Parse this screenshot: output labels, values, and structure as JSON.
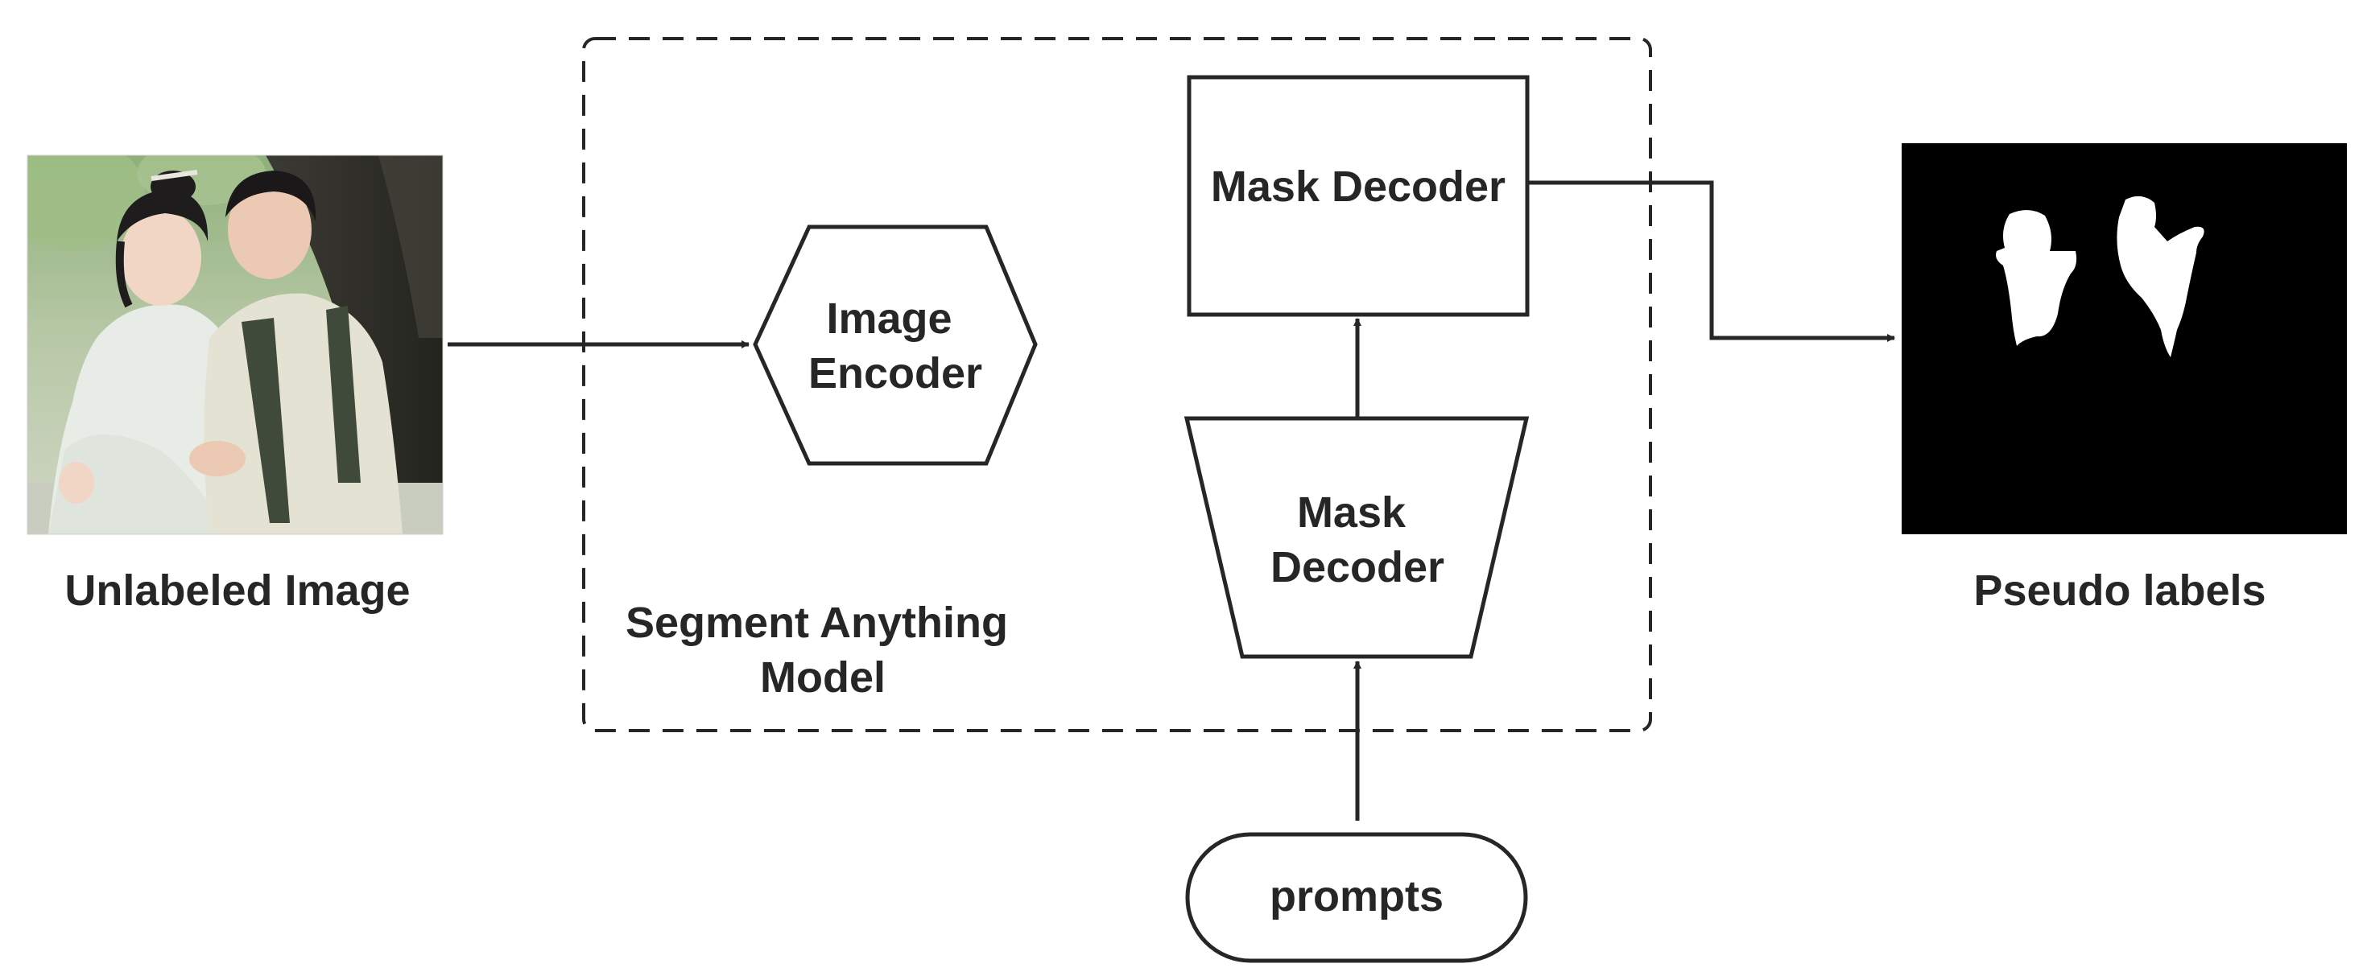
{
  "diagram": {
    "input": {
      "caption": "Unlabeled Image",
      "image_icon": "photo-thumbnail"
    },
    "model_group": {
      "title_lines": [
        "Segment Anything",
        "Model"
      ]
    },
    "image_encoder": {
      "label_lines": [
        "Image",
        "Encoder"
      ]
    },
    "mask_decoder_top": {
      "label": "Mask Decoder"
    },
    "mask_decoder_trapezoid": {
      "label_lines": [
        "Mask",
        "Decoder"
      ]
    },
    "prompts": {
      "label": "prompts"
    },
    "output": {
      "caption": "Pseudo labels",
      "image_icon": "binary-mask"
    },
    "colors": {
      "stroke": "#262626",
      "text": "#262626",
      "mask_background": "#000000",
      "mask_foreground": "#ffffff"
    }
  }
}
